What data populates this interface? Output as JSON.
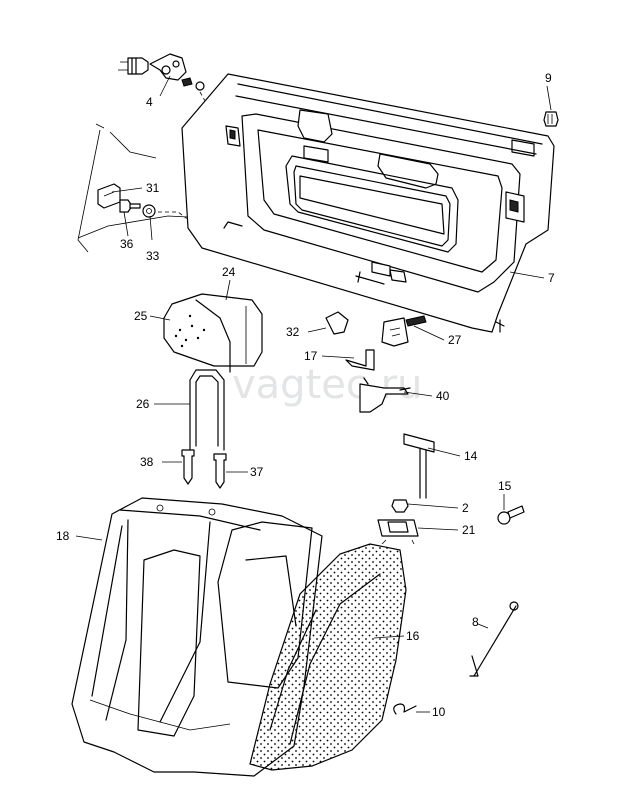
{
  "watermark": "vagtec.ru",
  "callouts": {
    "p2": "2",
    "p4": "4",
    "p7": "7",
    "p8": "8",
    "p9": "9",
    "p10": "10",
    "p14": "14",
    "p15": "15",
    "p16": "16",
    "p17": "17",
    "p18": "18",
    "p21": "21",
    "p24": "24",
    "p25": "25",
    "p26": "26",
    "p27": "27",
    "p31": "31",
    "p32": "32",
    "p33": "33",
    "p36": "36",
    "p37": "37",
    "p38": "38",
    "p40": "40"
  }
}
